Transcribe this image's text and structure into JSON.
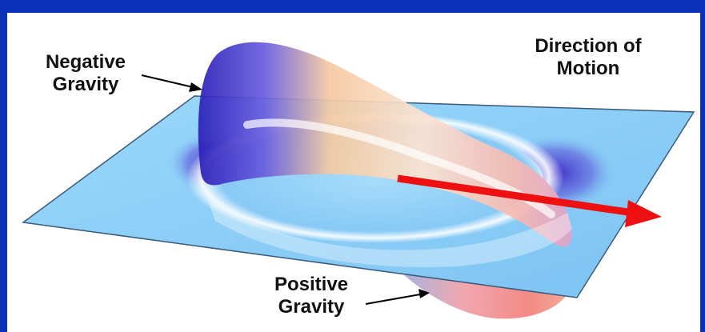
{
  "labels": {
    "negative_gravity": [
      "Negative",
      "Gravity"
    ],
    "direction_of_motion": [
      "Direction of",
      "Motion"
    ],
    "positive_gravity": [
      "Positive",
      "Gravity"
    ]
  },
  "colors": {
    "frame": "#0a2fb8",
    "plane": "#8fd0f8",
    "motion_arrow": "#ee1010",
    "callout_arrow": "#000000",
    "negative_lobe": "#f6a27a",
    "positive_lobe": "#e86a7a",
    "negative_well": "#4a3bd0"
  }
}
